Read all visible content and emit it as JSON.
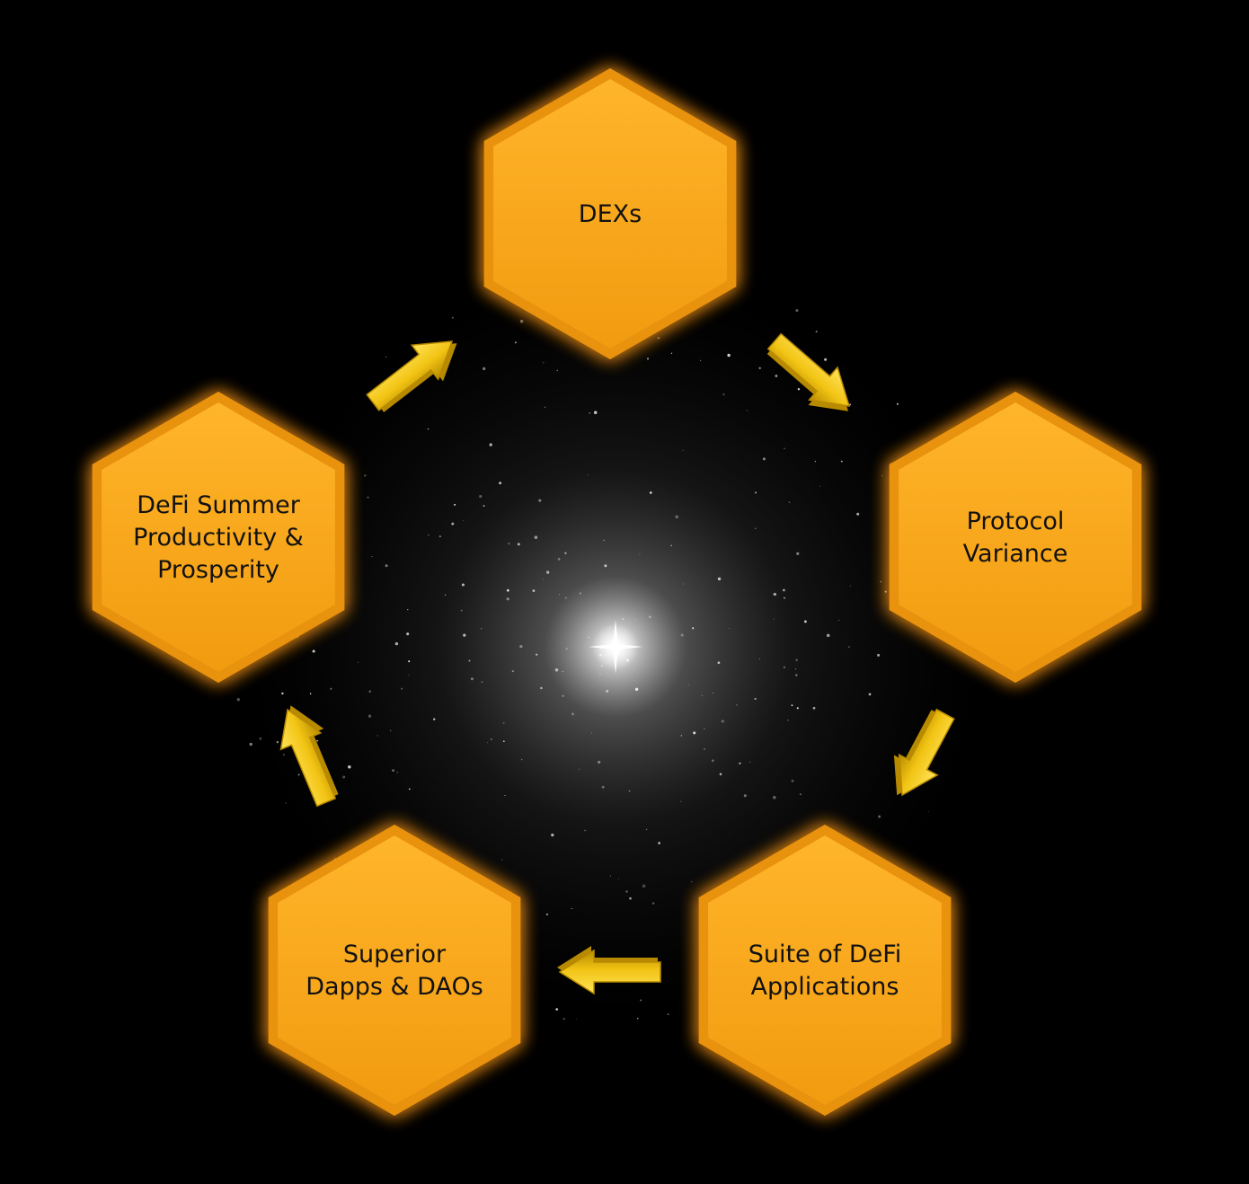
{
  "colors": {
    "background": "#000000",
    "hex_fill": "#F7A518",
    "hex_rim": "#E8920E",
    "hex_glow": "#FF9A1A",
    "arrow_light": "#FFE04A",
    "arrow_dark": "#B88A00",
    "text": "#111111",
    "galaxy_core": "#FFFFFF"
  },
  "nodes": [
    {
      "id": "dexs",
      "lines": [
        "DEXs"
      ]
    },
    {
      "id": "protocol-variance",
      "lines": [
        "Protocol",
        "Variance"
      ]
    },
    {
      "id": "suite-of-defi-applications",
      "lines": [
        "Suite of DeFi",
        "Applications"
      ]
    },
    {
      "id": "superior-dapps-daos",
      "lines": [
        "Superior",
        "Dapps & DAOs"
      ]
    },
    {
      "id": "defi-summer",
      "lines": [
        "DeFi Summer",
        "Productivity &",
        "Prosperity"
      ]
    }
  ],
  "edges": [
    {
      "from": "dexs",
      "to": "protocol-variance",
      "icon": "arrow-icon"
    },
    {
      "from": "protocol-variance",
      "to": "suite-of-defi-applications",
      "icon": "arrow-icon"
    },
    {
      "from": "suite-of-defi-applications",
      "to": "superior-dapps-daos",
      "icon": "arrow-icon"
    },
    {
      "from": "superior-dapps-daos",
      "to": "defi-summer",
      "icon": "arrow-icon"
    },
    {
      "from": "defi-summer",
      "to": "dexs",
      "icon": "arrow-icon"
    }
  ],
  "background_image": {
    "icon": "galaxy-image"
  }
}
